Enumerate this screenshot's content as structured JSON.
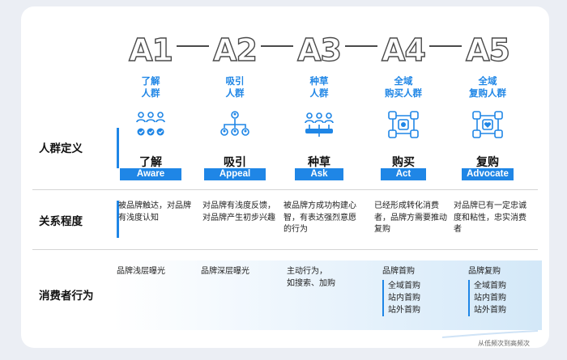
{
  "stages": [
    {
      "code": "A1",
      "name": "了解\n人群",
      "cn": "了解",
      "en": "Aware",
      "icon": "group-check-icon",
      "desc": "被品牌触达，对品牌有浅度认知"
    },
    {
      "code": "A2",
      "name": "吸引\n人群",
      "cn": "吸引",
      "en": "Appeal",
      "icon": "group-tree-icon",
      "desc": "对品牌有浅度反馈，对品牌产生初步兴趣"
    },
    {
      "code": "A3",
      "name": "种草\n人群",
      "cn": "种草",
      "en": "Ask",
      "icon": "group-network-icon",
      "desc": "被品牌方成功构建心智，有表达强烈意愿的行为"
    },
    {
      "code": "A4",
      "name": "全域\n购买人群",
      "cn": "购买",
      "en": "Act",
      "icon": "group-connected-icon",
      "desc": "已经形成转化消费者，品牌方需要推动复购"
    },
    {
      "code": "A5",
      "name": "全域\n复购人群",
      "cn": "复购",
      "en": "Advocate",
      "icon": "group-connected-heart-icon",
      "desc": "对品牌已有一定忠诚度和粘性，忠实消费者"
    }
  ],
  "rows": {
    "definition": "人群定义",
    "relation": "关系程度",
    "behavior": "消费者行为"
  },
  "behaviors": {
    "a1": "品牌浅层曝光",
    "a2": "品牌深层曝光",
    "a3": "主动行为，\n如搜索、加购",
    "a4": {
      "title": "品牌首购",
      "items": [
        "全域首购",
        "站内首购",
        "站外首购"
      ]
    },
    "a5": {
      "title": "品牌复购",
      "items": [
        "全域首购",
        "站内首购",
        "站外首购"
      ]
    }
  },
  "note": "从低频次到高频次",
  "colors": {
    "accent": "#1f86e6",
    "outline": "#4a4a4a"
  }
}
